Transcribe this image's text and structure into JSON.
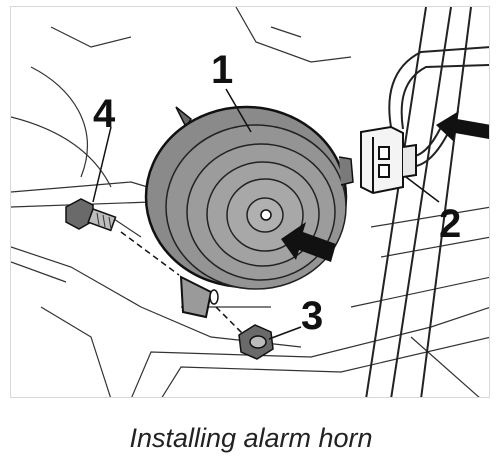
{
  "diagram": {
    "callouts": [
      {
        "id": "horn",
        "label": "1"
      },
      {
        "id": "connector",
        "label": "2"
      },
      {
        "id": "nut",
        "label": "3"
      },
      {
        "id": "bolt",
        "label": "4"
      }
    ],
    "caption": "Installing alarm horn",
    "colors": {
      "horn": "#8a8a8a",
      "line": "#1a1a1a",
      "arrow": "#111111"
    }
  }
}
